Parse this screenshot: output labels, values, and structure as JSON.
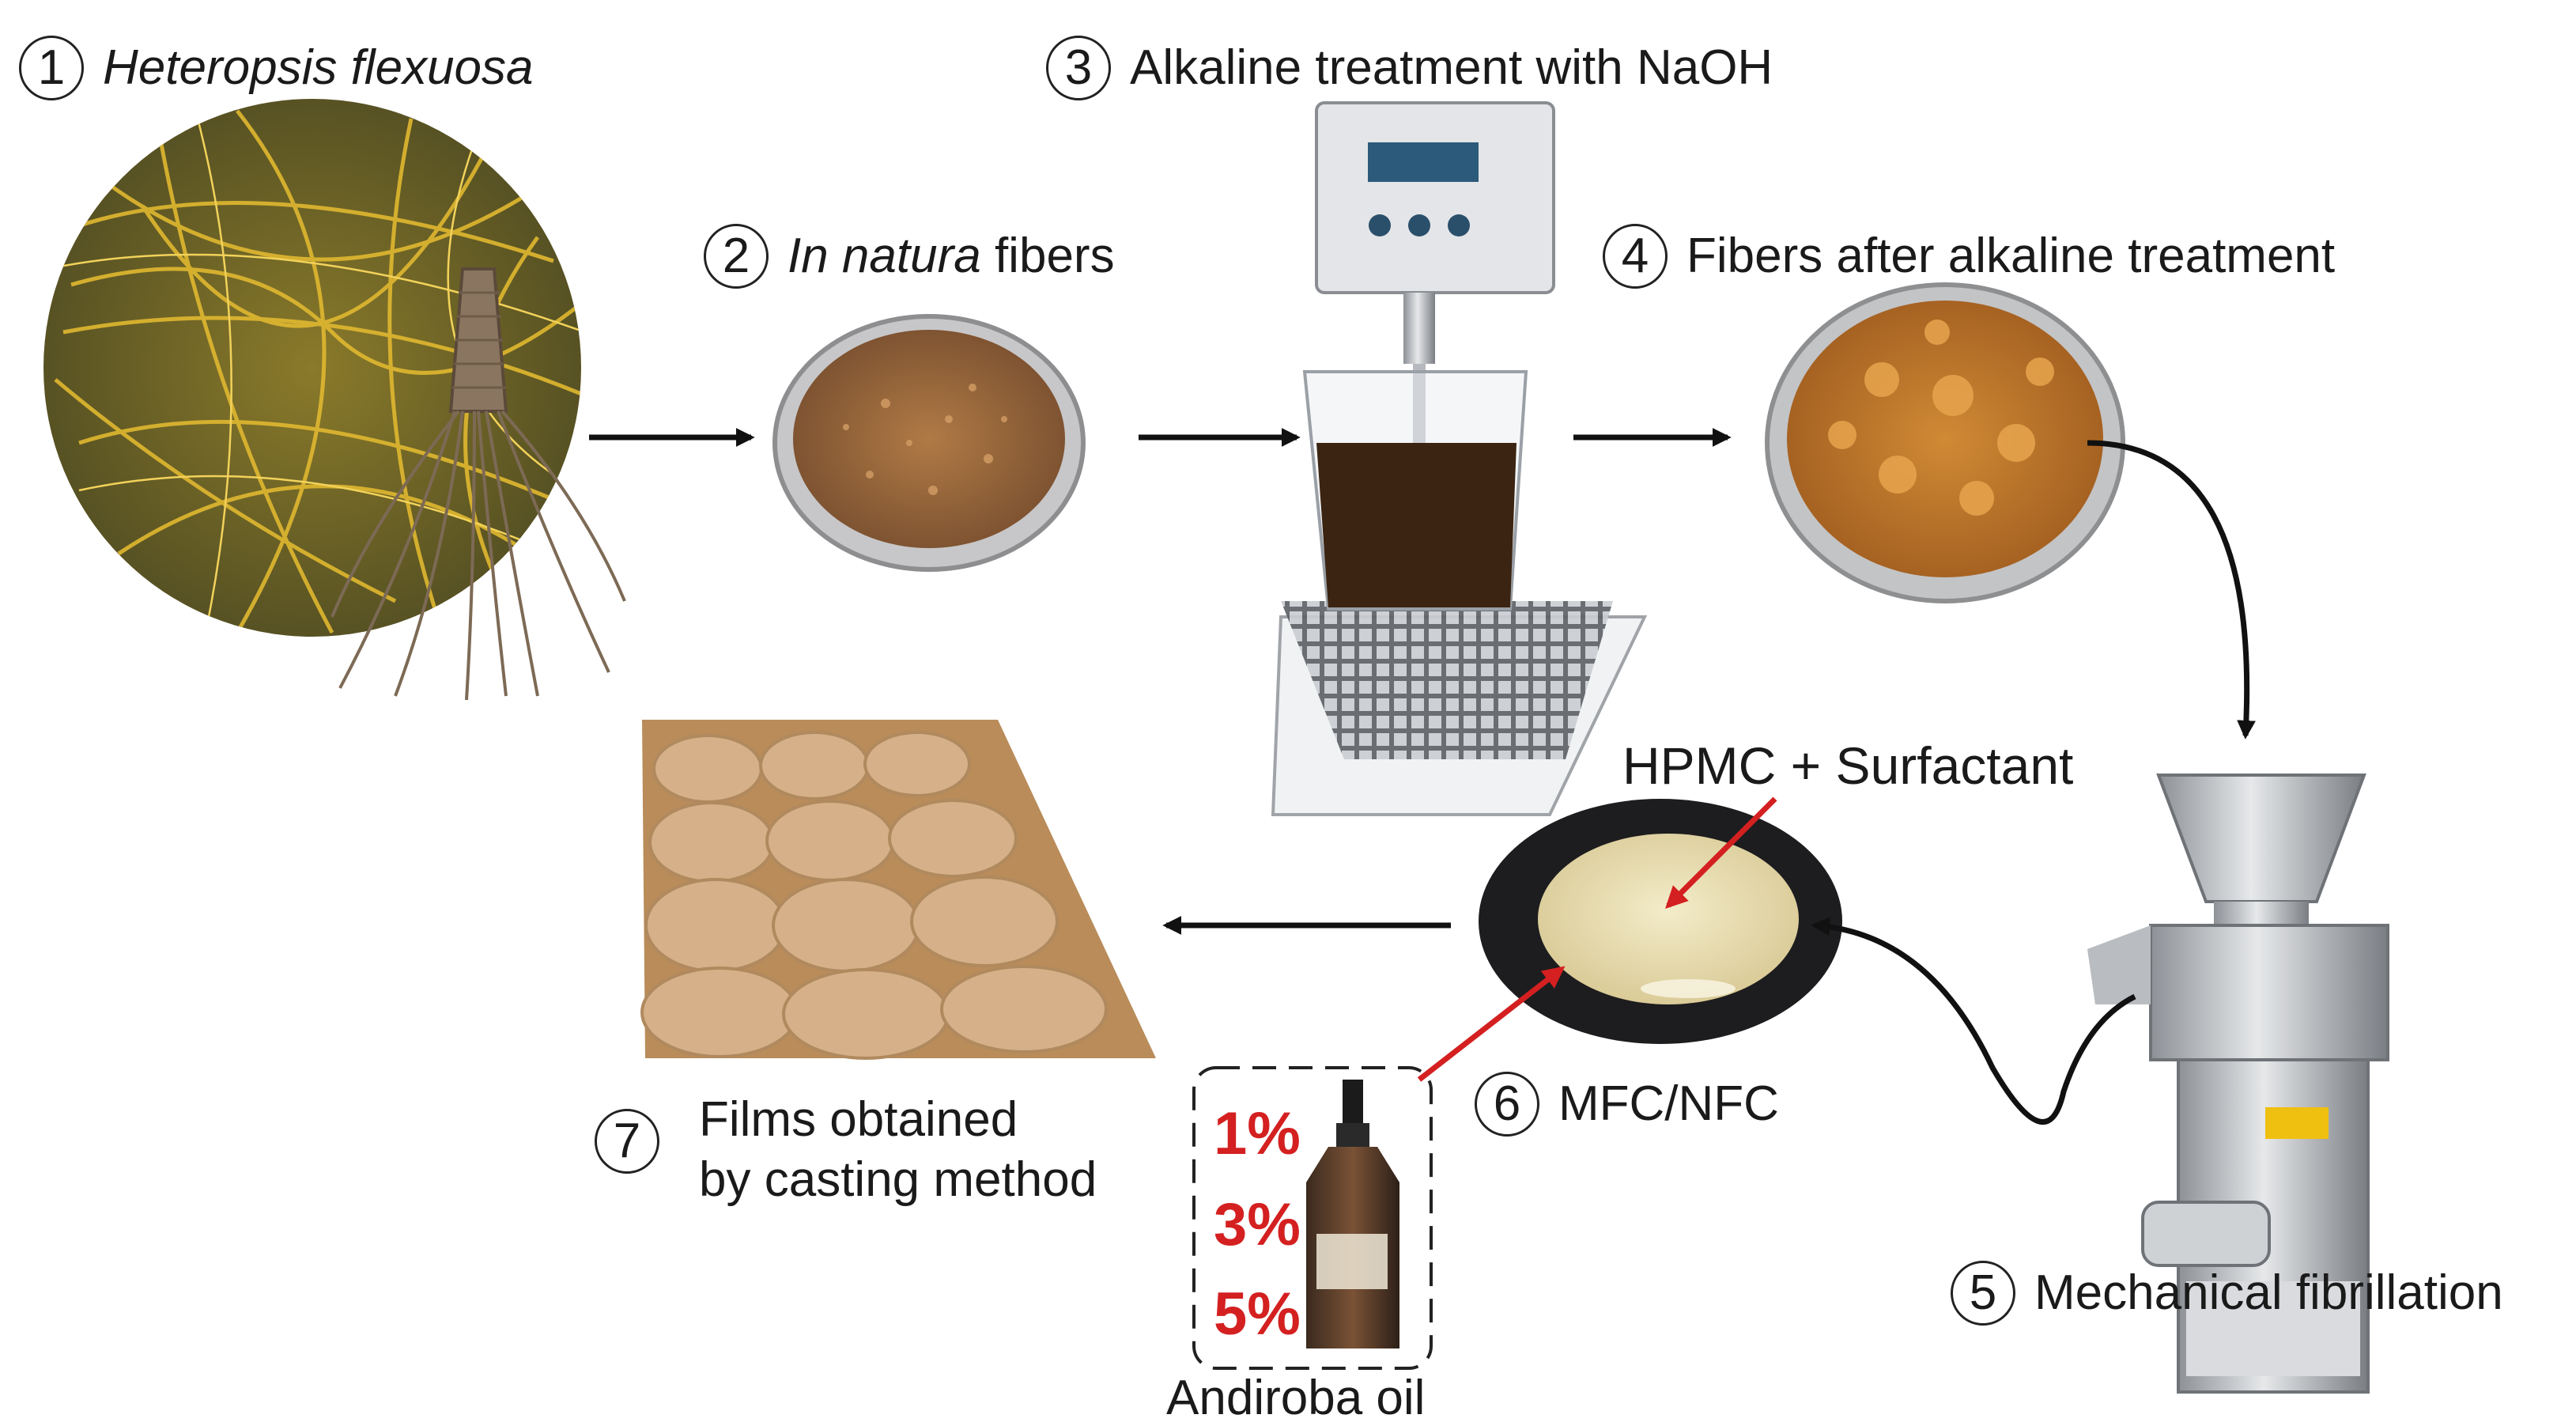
{
  "steps": {
    "s1": {
      "num": "1",
      "label": "Heteropsis flexuosa"
    },
    "s2": {
      "num": "2",
      "label_italic": "In natura",
      "label_rest": " fibers"
    },
    "s3": {
      "num": "3",
      "label": "Alkaline treatment with NaOH"
    },
    "s4": {
      "num": "4",
      "label": "Fibers after alkaline treatment"
    },
    "s5": {
      "num": "5",
      "label": "Mechanical fibrillation"
    },
    "s6": {
      "num": "6",
      "label": "MFC/NFC"
    },
    "s7": {
      "num": "7",
      "line1": "Films obtained",
      "line2": "by casting method"
    }
  },
  "additive": "HPMC + Surfactant",
  "oil": {
    "label": "Andiroba oil",
    "concentrations": [
      "1%",
      "3%",
      "5%"
    ]
  },
  "colors": {
    "arrow": "#111111",
    "pointer": "#d42020",
    "text": "#1a1a1a"
  }
}
